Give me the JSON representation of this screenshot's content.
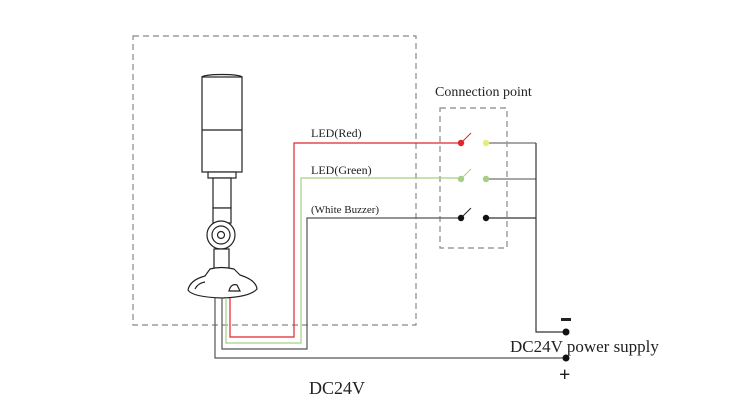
{
  "labels": {
    "connection_point": "Connection point",
    "led_red": "LED(Red)",
    "led_green": "LED(Green)",
    "white_buzzer": "(White Buzzer)",
    "power_supply": "DC24V power supply",
    "dc24v": "DC24V",
    "minus": "-",
    "plus": "+"
  },
  "colors": {
    "red_wire": "#e0262a",
    "green_wire": "#a5cf86",
    "buzzer_wire": "#444444",
    "common_wire": "#999999",
    "dashed_box": "#888888",
    "yellow_terminal": "#e6ec7a"
  }
}
